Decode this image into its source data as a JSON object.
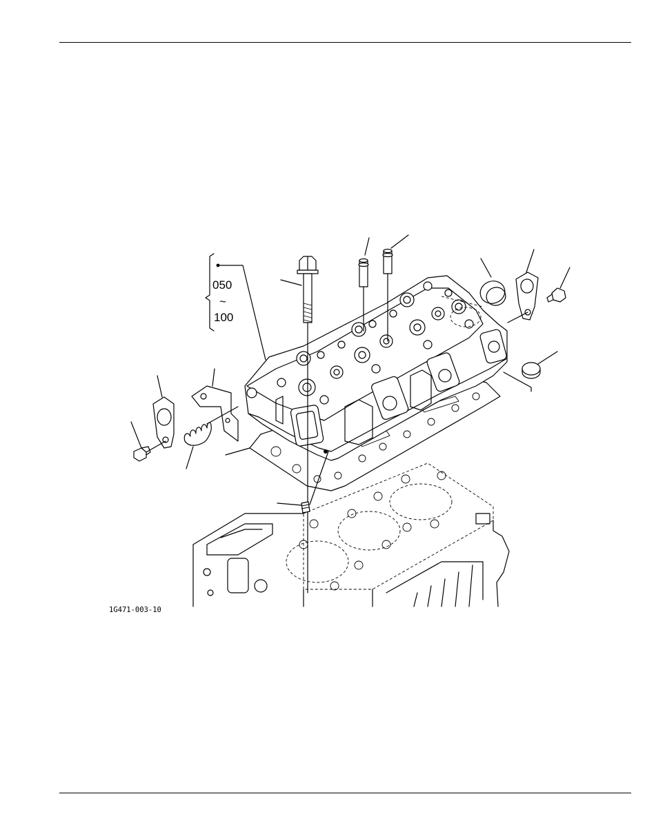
{
  "range": {
    "start": "050",
    "separator": "~",
    "end": "100"
  },
  "figure_id": "1G471-003-10",
  "icons": [
    "cylinder-head-icon",
    "head-gasket-icon",
    "cylinder-block-icon",
    "head-bolt-icon",
    "valve-guide-icon",
    "hanger-plate-icon",
    "plug-icon",
    "spring-icon"
  ]
}
